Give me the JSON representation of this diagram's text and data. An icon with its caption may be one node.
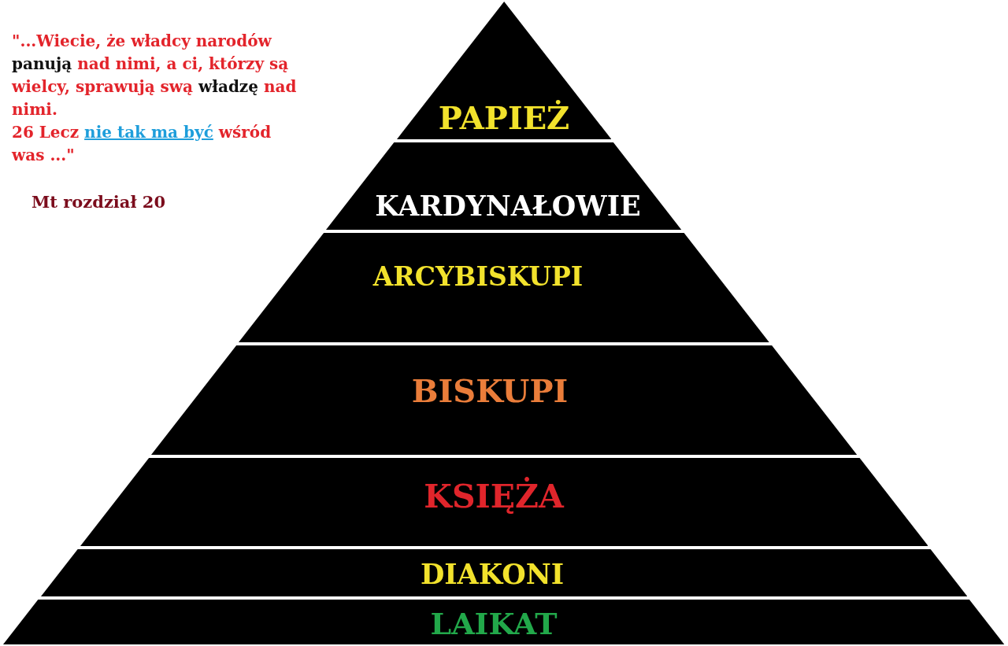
{
  "diagram": {
    "nodes": [
      {
        "text": [
          "PAPIEŻ"
        ]
      },
      {
        "text": [
          "KARDYNAŁOWIE"
        ]
      },
      {
        "text": [
          "ARCYBISKUPI"
        ]
      },
      {
        "text": [
          "BISKUPI"
        ]
      },
      {
        "text": [
          "KSIĘŻA"
        ]
      },
      {
        "text": [
          "DIAKONI"
        ]
      },
      {
        "text": [
          "LAIKAT"
        ]
      }
    ],
    "labels": [
      "\"...Wiecie, że władcy narodów **panują** nad nimi, a ci, którzy są wielcy, sprawują swą **władzę** nad nimi.",
      "26 Lecz **nie tak ma być** wśród was ...\"",
      "Mt rozdział 20"
    ]
  }
}
